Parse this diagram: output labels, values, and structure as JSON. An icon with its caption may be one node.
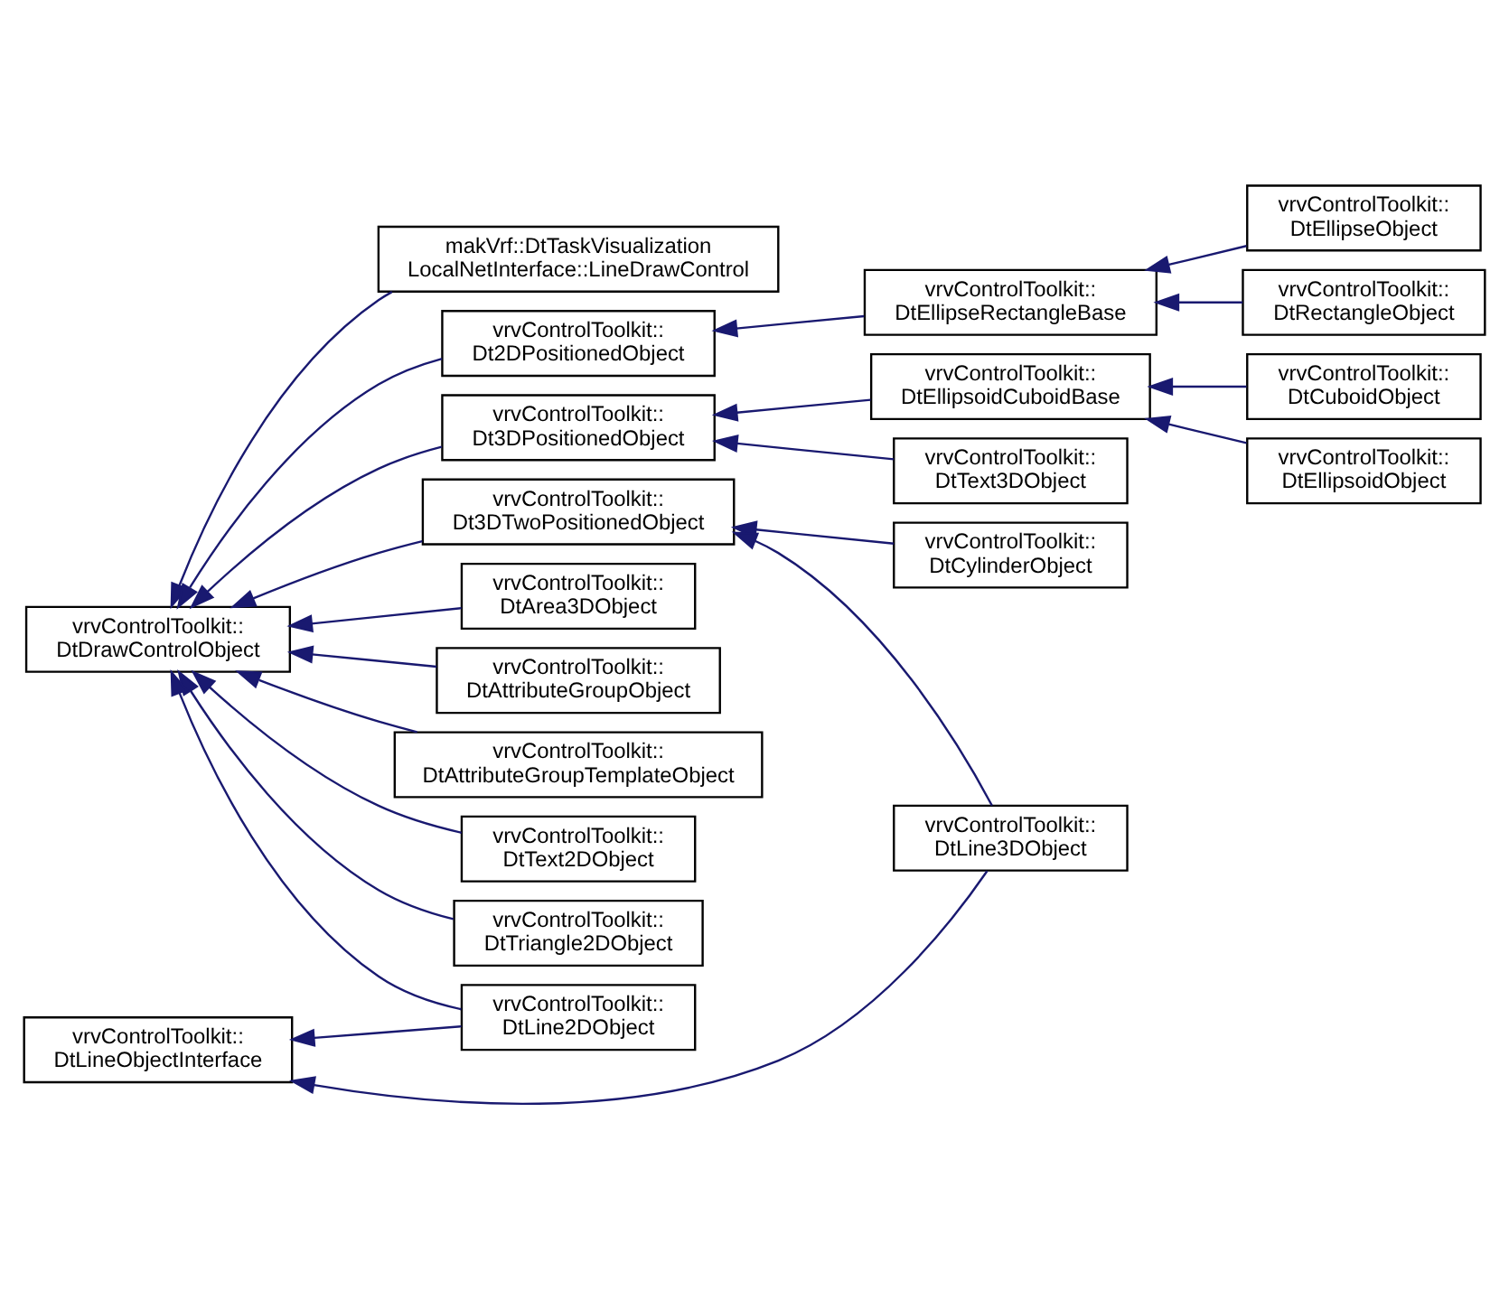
{
  "diagram": {
    "nodes": [
      {
        "text": [
          "vrvControlToolkit:: DtDrawControlObject"
        ]
      },
      {
        "text": [
          "vrvControlToolkit:: DtLineObjectInterface"
        ]
      },
      {
        "text": [
          "makVrf::DtTaskVisualization LocalNetInterface::LineDrawControl"
        ]
      },
      {
        "text": [
          "vrvControlToolkit:: Dt2DPositionedObject"
        ]
      },
      {
        "text": [
          "vrvControlToolkit:: Dt3DPositionedObject"
        ]
      },
      {
        "text": [
          "vrvControlToolkit:: Dt3DTwoPositionedObject"
        ]
      },
      {
        "text": [
          "vrvControlToolkit:: DtArea3DObject"
        ]
      },
      {
        "text": [
          "vrvControlToolkit:: DtAttributeGroupObject"
        ]
      },
      {
        "text": [
          "vrvControlToolkit:: DtAttributeGroupTemplateObject"
        ]
      },
      {
        "text": [
          "vrvControlToolkit:: DtText2DObject"
        ]
      },
      {
        "text": [
          "vrvControlToolkit:: DtTriangle2DObject"
        ]
      },
      {
        "text": [
          "vrvControlToolkit:: DtLine2DObject"
        ]
      },
      {
        "text": [
          "vrvControlToolkit:: DtEllipseRectangleBase"
        ]
      },
      {
        "text": [
          "vrvControlToolkit:: DtEllipsoidCuboidBase"
        ]
      },
      {
        "text": [
          "vrvControlToolkit:: DtText3DObject"
        ]
      },
      {
        "text": [
          "vrvControlToolkit:: DtCylinderObject"
        ]
      },
      {
        "text": [
          "vrvControlToolkit:: DtLine3DObject"
        ]
      },
      {
        "text": [
          "vrvControlToolkit:: DtEllipseObject"
        ]
      },
      {
        "text": [
          "vrvControlToolkit:: DtRectangleObject"
        ]
      },
      {
        "text": [
          "vrvControlToolkit:: DtCuboidObject"
        ]
      },
      {
        "text": [
          "vrvControlToolkit:: DtEllipsoidObject"
        ]
      }
    ],
    "edges": [
      {
        "from": 2,
        "to": 0,
        "arrow": "to"
      },
      {
        "from": 3,
        "to": 0,
        "arrow": "to"
      },
      {
        "from": 4,
        "to": 0,
        "arrow": "to"
      },
      {
        "from": 5,
        "to": 0,
        "arrow": "to"
      },
      {
        "from": 6,
        "to": 0,
        "arrow": "to"
      },
      {
        "from": 7,
        "to": 0,
        "arrow": "to"
      },
      {
        "from": 8,
        "to": 0,
        "arrow": "to"
      },
      {
        "from": 9,
        "to": 0,
        "arrow": "to"
      },
      {
        "from": 10,
        "to": 0,
        "arrow": "to"
      },
      {
        "from": 11,
        "to": 0,
        "arrow": "to"
      },
      {
        "from": 11,
        "to": 1,
        "arrow": "to"
      },
      {
        "from": 16,
        "to": 1,
        "arrow": "to"
      },
      {
        "from": 12,
        "to": 3,
        "arrow": "to"
      },
      {
        "from": 13,
        "to": 4,
        "arrow": "to"
      },
      {
        "from": 14,
        "to": 4,
        "arrow": "to"
      },
      {
        "from": 15,
        "to": 5,
        "arrow": "to"
      },
      {
        "from": 16,
        "to": 5,
        "arrow": "to"
      },
      {
        "from": 17,
        "to": 12,
        "arrow": "to"
      },
      {
        "from": 18,
        "to": 12,
        "arrow": "to"
      },
      {
        "from": 19,
        "to": 13,
        "arrow": "to"
      },
      {
        "from": 20,
        "to": 13,
        "arrow": "to"
      }
    ]
  }
}
